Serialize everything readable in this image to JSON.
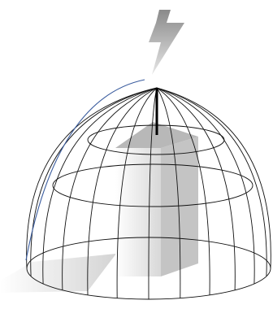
{
  "illustration": {
    "subject": "lightning-rod-protection-zone",
    "icons": [
      "lightning-bolt-icon"
    ],
    "colors": {
      "background": "#ffffff",
      "dome_lines": "#111111",
      "outer_arc": "#3a5c9e",
      "rod": "#000000",
      "bolt_top": "#8a8a8a",
      "bolt_bottom": "#e6e6e6",
      "building_front_light": "#ffffff",
      "building_front_dark": "#d8d8d8",
      "building_side": "#c4c4c4",
      "building_roof": "#b8b8b8",
      "shadow": "#cfcfcf"
    },
    "dome": {
      "meridian_count": 13,
      "latitude_rings": 3
    }
  }
}
